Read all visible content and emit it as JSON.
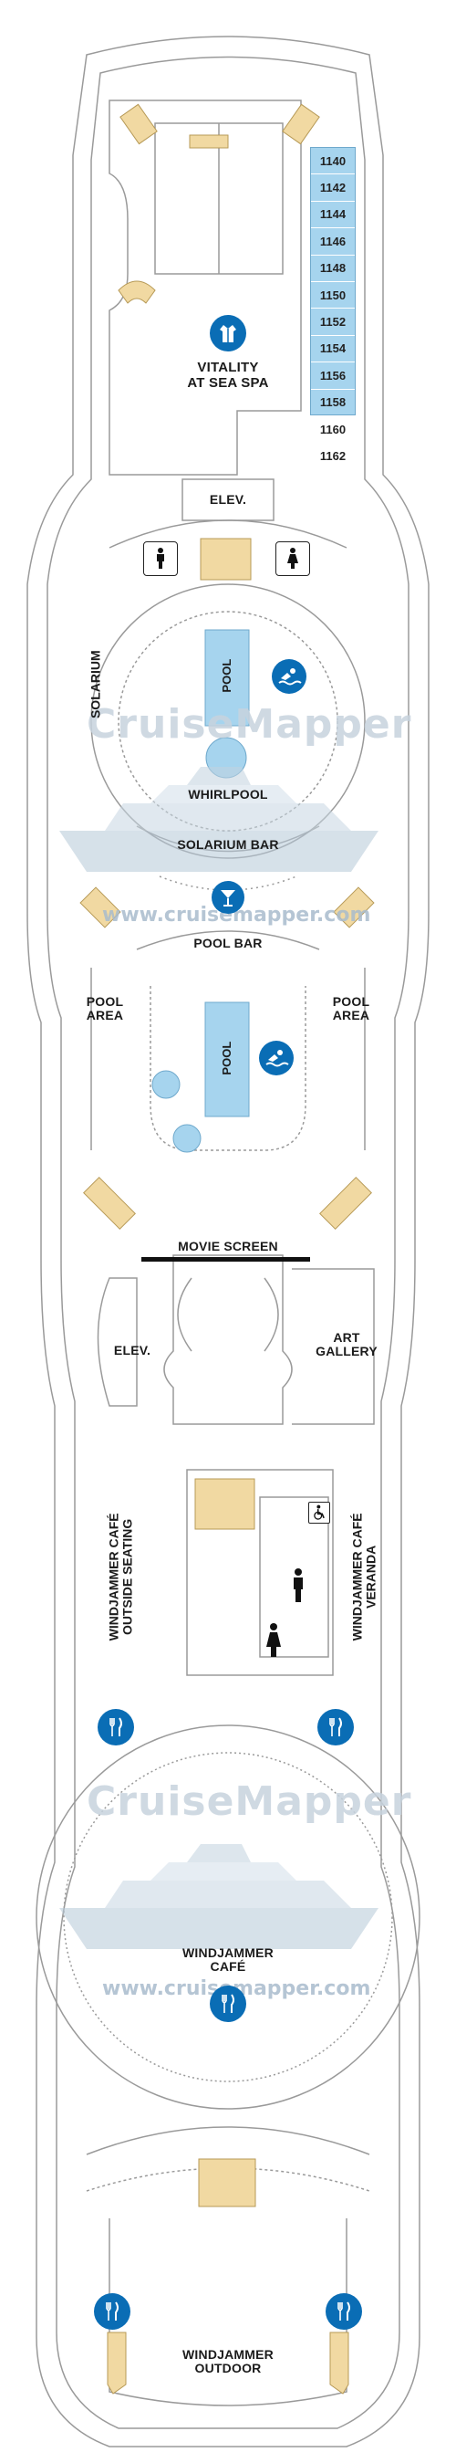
{
  "colors": {
    "cabin_fill": "#a6d4ee",
    "pool_fill": "#a6d4ee",
    "icon_blue": "#0a6db5",
    "stairs_fill": "#f1d9a2",
    "outline": "#9a9a9a",
    "watermark": "#c7d3de"
  },
  "cabins": [
    "1140",
    "1142",
    "1144",
    "1146",
    "1148",
    "1150",
    "1152",
    "1154",
    "1156",
    "1158",
    "1160",
    "1162"
  ],
  "areas": {
    "spa": [
      "VITALITY",
      "AT SEA SPA"
    ],
    "elev_top": "ELEV.",
    "solarium": "SOLARIUM",
    "pool_solarium": "POOL",
    "whirlpool": "WHIRLPOOL",
    "solarium_bar": "SOLARIUM BAR",
    "pool_bar": "POOL BAR",
    "pool_area_left": [
      "POOL",
      "AREA"
    ],
    "pool_area_right": [
      "POOL",
      "AREA"
    ],
    "pool_main": "POOL",
    "movie_screen": "MOVIE SCREEN",
    "elev_mid": "ELEV.",
    "art_gallery": [
      "ART",
      "GALLERY"
    ],
    "wj_outside": [
      "WINDJAMMER CAFÉ",
      "OUTSIDE SEATING"
    ],
    "wj_veranda": [
      "WINDJAMMER CAFÉ",
      "VERANDA"
    ],
    "wj_cafe": [
      "WINDJAMMER",
      "CAFÉ"
    ],
    "wj_outdoor": [
      "WINDJAMMER",
      "OUTDOOR"
    ]
  },
  "icons": {
    "spa": "spa-robe-icon",
    "restroom_men": "restroom-men-icon",
    "restroom_women": "restroom-women-icon",
    "pool": "swimming-pool-icon",
    "bar": "cocktail-bar-icon",
    "dining": "fork-knife-icon",
    "accessible": "wheelchair-icon"
  },
  "watermark": {
    "brand": "CruiseMapper",
    "url": "www.cruisemapper.com"
  }
}
